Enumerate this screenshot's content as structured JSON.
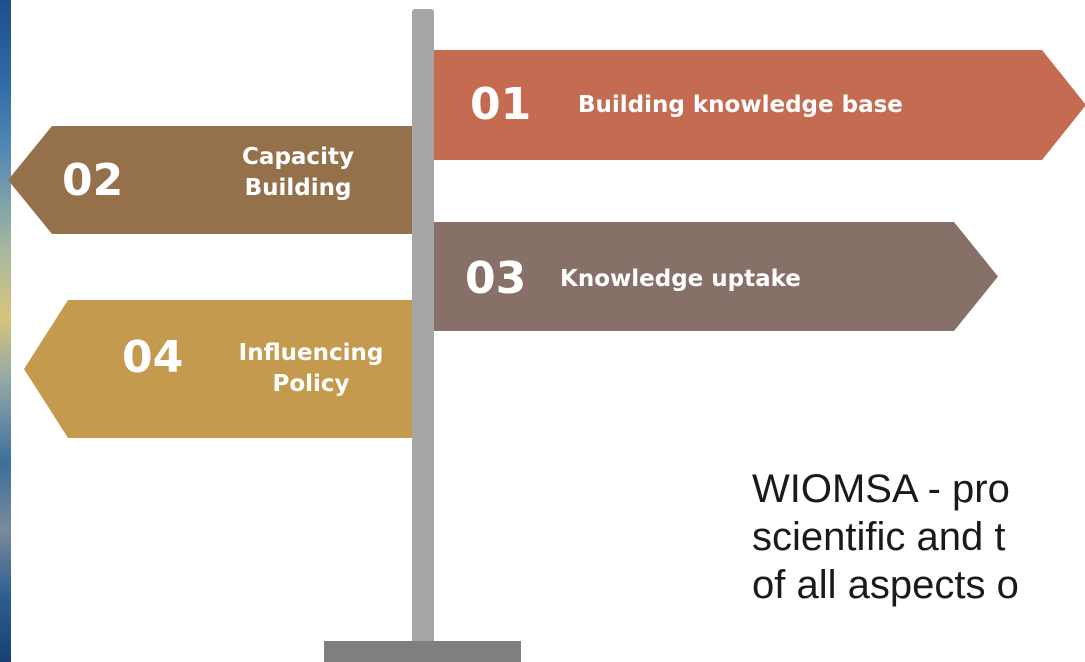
{
  "signpost": {
    "signs": [
      {
        "number": "01",
        "label": "Building knowledge base",
        "color": "#c46b51",
        "direction": "right"
      },
      {
        "number": "02",
        "label": "Capacity\nBuilding",
        "color": "#94704b",
        "direction": "left"
      },
      {
        "number": "03",
        "label": "Knowledge uptake",
        "color": "#877068",
        "direction": "right"
      },
      {
        "number": "04",
        "label": "Influencing\nPolicy",
        "color": "#c49a4e",
        "direction": "left"
      }
    ],
    "pole_color": "#a6a6a6",
    "base_color": "#7f7f7f"
  },
  "caption": {
    "text": "WIOMSA - pro\nscientific and t\nof all aspects o"
  }
}
